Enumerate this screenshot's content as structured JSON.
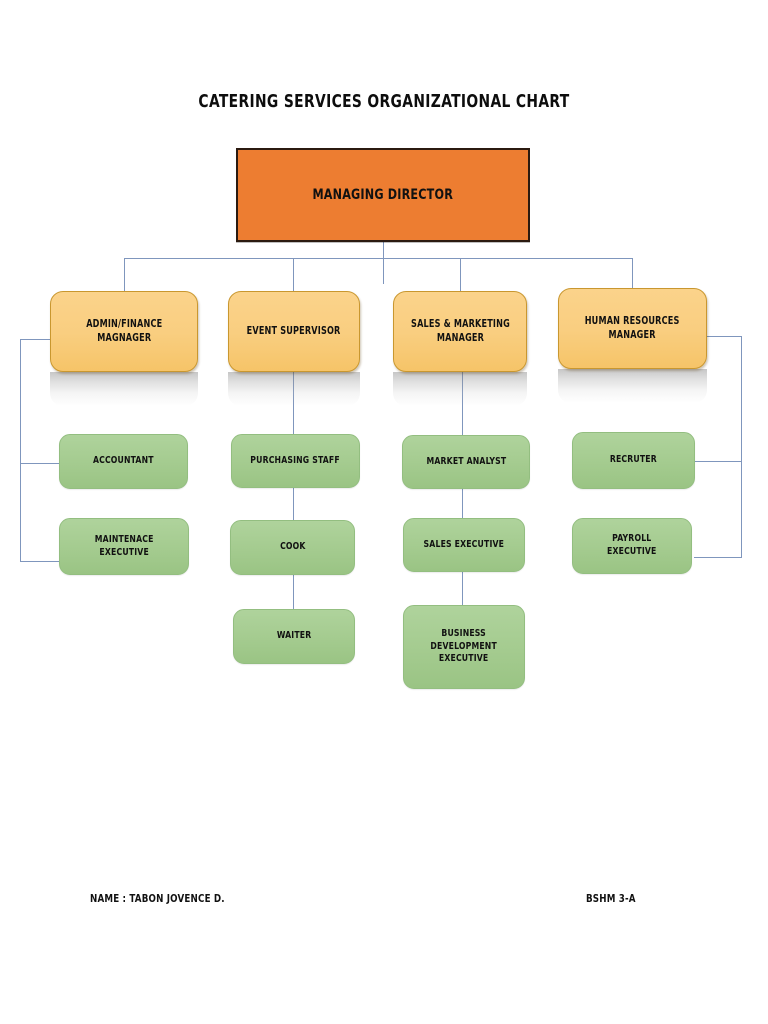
{
  "document": {
    "title": "CATERING SERVICES ORGANIZATIONAL CHART",
    "background_color": "#FFFFFF"
  },
  "footer": {
    "name_label": "NAME : TABON JOVENCE D.",
    "section_label": "BSHM 3-A"
  },
  "colors": {
    "root_fill": "#ED7D31",
    "root_border": "#2B1A10",
    "manager_fill": "#F9CE80",
    "manager_border": "#C9972F",
    "staff_fill": "#A4CB8F",
    "staff_border": "#93BE80",
    "connector": "#7F96BD",
    "text": "#111111"
  },
  "chart_data": {
    "type": "diagram",
    "diagram_type": "organizational-chart",
    "title": "CATERING SERVICES ORGANIZATIONAL CHART",
    "levels": 3,
    "root": {
      "id": "managing-director",
      "label": "MANAGING DIRECTOR",
      "level": 0,
      "style": "root"
    },
    "nodes": [
      {
        "id": "managing-director",
        "label": "MANAGING DIRECTOR",
        "level": 0,
        "style": "root",
        "parent": null
      },
      {
        "id": "admin-finance-manager",
        "label": "ADMIN/FINANCE\nMAGNAGER",
        "level": 1,
        "style": "manager",
        "parent": "managing-director"
      },
      {
        "id": "event-supervisor",
        "label": "EVENT SUPERVISOR",
        "level": 1,
        "style": "manager",
        "parent": "managing-director"
      },
      {
        "id": "sales-marketing-manager",
        "label": "SALES & MARKETING\nMANAGER",
        "level": 1,
        "style": "manager",
        "parent": "managing-director"
      },
      {
        "id": "human-resources-manager",
        "label": "HUMAN RESOURCES\nMANAGER",
        "level": 1,
        "style": "manager",
        "parent": "managing-director"
      },
      {
        "id": "accountant",
        "label": "ACCOUNTANT",
        "level": 2,
        "style": "staff",
        "parent": "admin-finance-manager"
      },
      {
        "id": "maintenace-executive",
        "label": "MAINTENACE\nEXECUTIVE",
        "level": 2,
        "style": "staff",
        "parent": "admin-finance-manager"
      },
      {
        "id": "purchasing-staff",
        "label": "PURCHASING STAFF",
        "level": 2,
        "style": "staff",
        "parent": "event-supervisor"
      },
      {
        "id": "cook",
        "label": "COOK",
        "level": 2,
        "style": "staff",
        "parent": "event-supervisor"
      },
      {
        "id": "waiter",
        "label": "WAITER",
        "level": 2,
        "style": "staff",
        "parent": "event-supervisor"
      },
      {
        "id": "market-analyst",
        "label": "MARKET ANALYST",
        "level": 2,
        "style": "staff",
        "parent": "sales-marketing-manager"
      },
      {
        "id": "sales-executive",
        "label": "SALES EXECUTIVE",
        "level": 2,
        "style": "staff",
        "parent": "sales-marketing-manager"
      },
      {
        "id": "business-development-executive",
        "label": "BUSINESS\nDEVELOPMENT\nEXECUTIVE",
        "level": 2,
        "style": "staff",
        "parent": "sales-marketing-manager"
      },
      {
        "id": "recruter",
        "label": "RECRUTER",
        "level": 2,
        "style": "staff",
        "parent": "human-resources-manager"
      },
      {
        "id": "payroll-executive",
        "label": "PAYROLL\nEXECUTIVE",
        "level": 2,
        "style": "staff",
        "parent": "human-resources-manager"
      }
    ],
    "branches": [
      {
        "manager": "ADMIN/FINANCE MAGNAGER",
        "reports": [
          "ACCOUNTANT",
          "MAINTENACE EXECUTIVE"
        ]
      },
      {
        "manager": "EVENT SUPERVISOR",
        "reports": [
          "PURCHASING STAFF",
          "COOK",
          "WAITER"
        ]
      },
      {
        "manager": "SALES & MARKETING MANAGER",
        "reports": [
          "MARKET ANALYST",
          "SALES EXECUTIVE",
          "BUSINESS DEVELOPMENT EXECUTIVE"
        ]
      },
      {
        "manager": "HUMAN RESOURCES MANAGER",
        "reports": [
          "RECRUTER",
          "PAYROLL EXECUTIVE"
        ]
      }
    ]
  }
}
